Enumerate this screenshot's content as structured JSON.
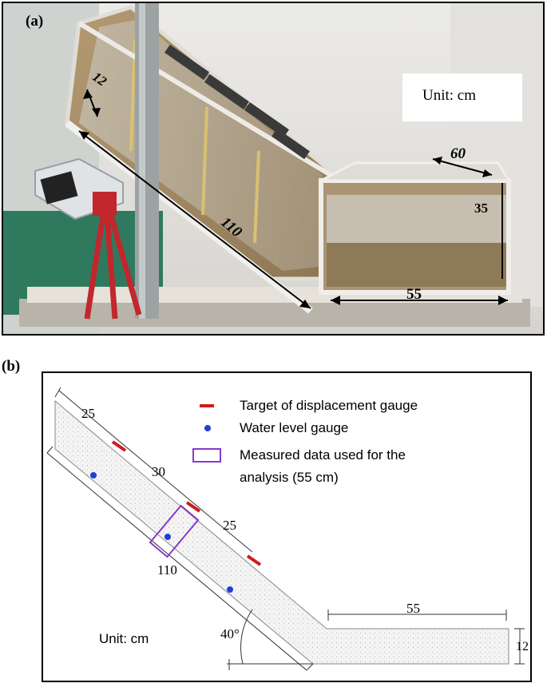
{
  "panel_a": {
    "label": "(a)",
    "unit": "Unit: cm",
    "dims": {
      "height": "12",
      "length": "110",
      "width": "60",
      "depth": "35",
      "bottom": "55"
    }
  },
  "panel_b": {
    "label": "(b)",
    "unit": "Unit: cm",
    "segments": {
      "s1": "25",
      "s2": "30",
      "s3": "25",
      "total": "110",
      "flat": "55",
      "thickness": "12",
      "angle": "40°"
    },
    "legend": [
      {
        "text": "Target of displacement gauge",
        "color": "#d11a1a"
      },
      {
        "text": "Water level gauge",
        "color": "#1f3fd6"
      },
      {
        "text": "Measured data used for the",
        "color": "#8a39c7"
      },
      {
        "text": "analysis (55 cm)",
        "color": "#8a39c7"
      }
    ]
  }
}
